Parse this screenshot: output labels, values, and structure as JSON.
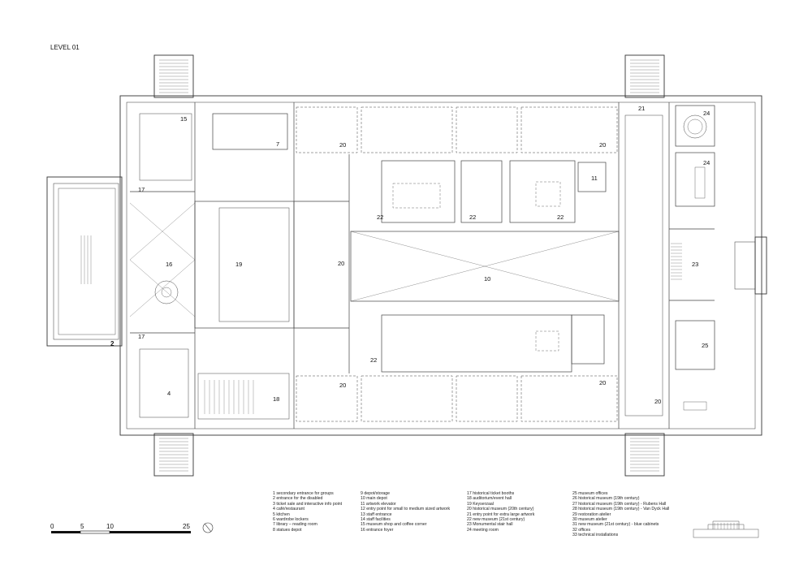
{
  "title": "LEVEL 01",
  "scale": {
    "ticks": [
      "0",
      "5",
      "10",
      "25"
    ]
  },
  "rooms": [
    {
      "num": "15"
    },
    {
      "num": "7"
    },
    {
      "num": "20"
    },
    {
      "num": "20"
    },
    {
      "num": "21"
    },
    {
      "num": "24"
    },
    {
      "num": "24"
    },
    {
      "num": "17"
    },
    {
      "num": "11"
    },
    {
      "num": "22"
    },
    {
      "num": "22"
    },
    {
      "num": "22"
    },
    {
      "num": "16"
    },
    {
      "num": "19"
    },
    {
      "num": "20"
    },
    {
      "num": "10"
    },
    {
      "num": "23"
    },
    {
      "num": "17"
    },
    {
      "num": "2"
    },
    {
      "num": "22"
    },
    {
      "num": "25"
    },
    {
      "num": "4"
    },
    {
      "num": "20"
    },
    {
      "num": "20"
    },
    {
      "num": "18"
    },
    {
      "num": "20"
    }
  ],
  "legend": {
    "col1": [
      "1 secondary entrance for groups",
      "2 entrance for the disabled",
      "3 ticket sale and interactive info point",
      "4 café/restaurant",
      "5 kitchen",
      "6 wardrobe lockers",
      "7 library – reading room",
      "8 statues depot"
    ],
    "col2": [
      "9 depot/storage",
      "10 main depot",
      "11 artwork elevator",
      "12 entry point for small to medium sized artwork",
      "13 staff entrance",
      "14 staff facilities",
      "15 museum shop and coffee corner",
      "16 entrance foyer"
    ],
    "col3": [
      "17 historical ticket booths",
      "18 auditorium/event hall",
      "19 Keyserzaal",
      "20 historical museum (20th century)",
      "21 entry point for extra large artwork",
      "22 new museum (21st century)",
      "23 Monumental stair hall",
      "24 meeting room"
    ],
    "col4": [
      "25 museum offices",
      "26 historical museum (19th century)",
      "27 historical museum (19th century) - Rubens Hall",
      "28 historical museum (19th century) - Van Dyck Hall",
      "29 restoration atelier",
      "30 museum atelier",
      "31 new museum (21st century) - blue cabinets",
      "32 offices",
      "33 technical installations"
    ]
  }
}
